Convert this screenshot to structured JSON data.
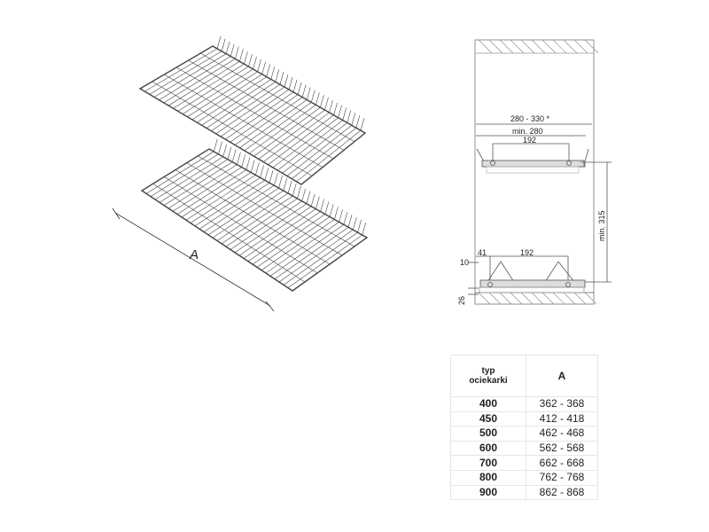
{
  "perspective": {
    "dimension_label": "A"
  },
  "side_view": {
    "cabinet_width": "280 - 330 *",
    "min_width": "min. 280",
    "upper_hole_spacing": "192",
    "min_height": "min. 315",
    "lower_offset": "41",
    "lower_hole_spacing": "192",
    "side_offset": "10",
    "bottom_height": "26"
  },
  "table": {
    "header_type_line1": "typ",
    "header_type_line2": "ociekarki",
    "header_a": "A",
    "rows": [
      {
        "type": "400",
        "a": "362 - 368"
      },
      {
        "type": "450",
        "a": "412 - 418"
      },
      {
        "type": "500",
        "a": "462 - 468"
      },
      {
        "type": "600",
        "a": "562 - 568"
      },
      {
        "type": "700",
        "a": "662 - 668"
      },
      {
        "type": "800",
        "a": "762 - 768"
      },
      {
        "type": "900",
        "a": "862 - 868"
      }
    ]
  }
}
